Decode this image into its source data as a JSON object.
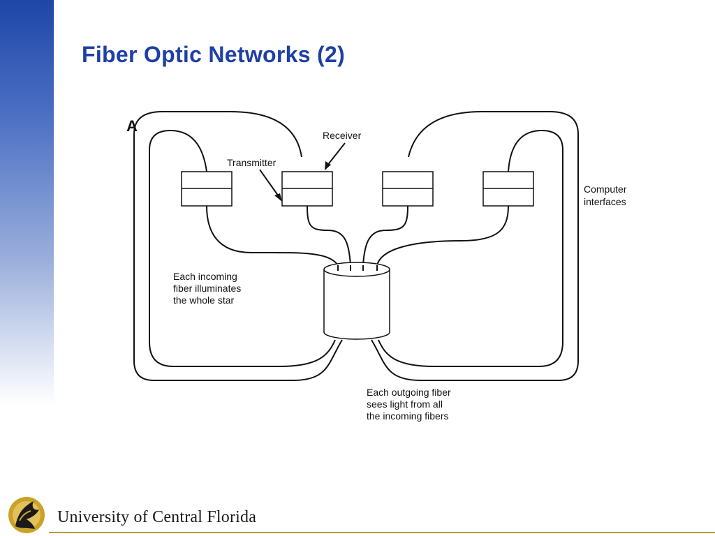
{
  "slide": {
    "title": "Fiber Optic Networks (2)"
  },
  "diagram": {
    "labels": {
      "receiver": "Receiver",
      "transmitter": "Transmitter",
      "computer_interfaces_line1": "Computer",
      "computer_interfaces_line2": "interfaces",
      "incoming_line1": "Each incoming",
      "incoming_line2": "fiber illuminates",
      "incoming_line3": "the whole star",
      "outgoing_line1": "Each outgoing fiber",
      "outgoing_line2": "sees light from all",
      "outgoing_line3": "the incoming fibers",
      "partial_glyph": "A"
    }
  },
  "footer": {
    "university": "University of Central Florida"
  },
  "colors": {
    "title": "#1e3fa6",
    "band_top": "#1d46a8",
    "footer_rule": "#b59a3a",
    "logo_gold": "#c9a227"
  },
  "icons": {
    "logo": "pegasus-logo-icon"
  }
}
